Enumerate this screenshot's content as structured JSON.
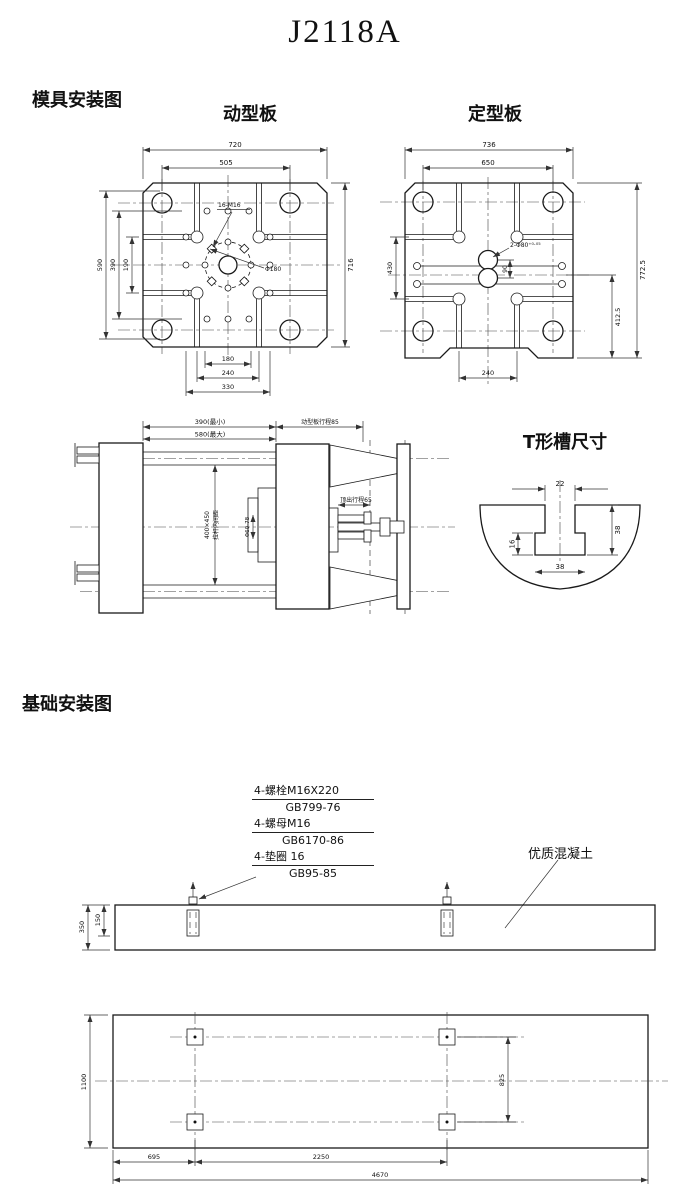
{
  "title": "J2118A",
  "mold_section": {
    "heading": "模具安装图"
  },
  "moving_platen": {
    "label": "动型板",
    "dim_width_outer": "720",
    "dim_width_inner": "505",
    "dim_height": "716",
    "dim_left_outer": "590",
    "dim_left_mid": "390",
    "dim_left_inner": "190",
    "dim_bottom_inner": "180",
    "dim_bottom_mid": "240",
    "dim_bottom_outer": "330",
    "ann_holes": "16-M16",
    "ann_circle": "Φ180"
  },
  "fixed_platen": {
    "label": "定型板",
    "dim_width_outer": "736",
    "dim_width_inner": "650",
    "dim_height_outer": "772.5",
    "dim_height_inner": "412.5",
    "dim_left": "430",
    "dim_center": "90",
    "dim_bottom": "240",
    "ann_holes": "2-Φ80⁺⁰·⁰⁵"
  },
  "side_view": {
    "dim_min": "390(最小)",
    "dim_max": "580(最大)",
    "dim_stroke": "动型板行程85",
    "tie_bar_dim": "400×450",
    "tie_bar_label": "拉杆内间距",
    "sprue_dim": "Φ60-78",
    "ejector_dim": "顶出行程65"
  },
  "t_slot": {
    "title": "T形槽尺寸",
    "dim_top": "22",
    "dim_depth": "38",
    "dim_bottom": "38",
    "dim_lip": "16"
  },
  "foundation": {
    "heading": "基础安装图",
    "callout": {
      "line1": "4-螺栓M16X220",
      "line2": "GB799-76",
      "line3": "4-螺母M16",
      "line4": "GB6170-86",
      "line5": "4-垫圈 16",
      "line6": "GB95-85"
    },
    "concrete_label": "优质混凝土",
    "dim_depth_total": "350",
    "dim_depth_embed": "150",
    "dim_plan_width": "1100",
    "dim_bolt_span_y": "825",
    "dim_left_offset": "695",
    "dim_bolt_span_x": "2250",
    "dim_total_length": "4670"
  }
}
